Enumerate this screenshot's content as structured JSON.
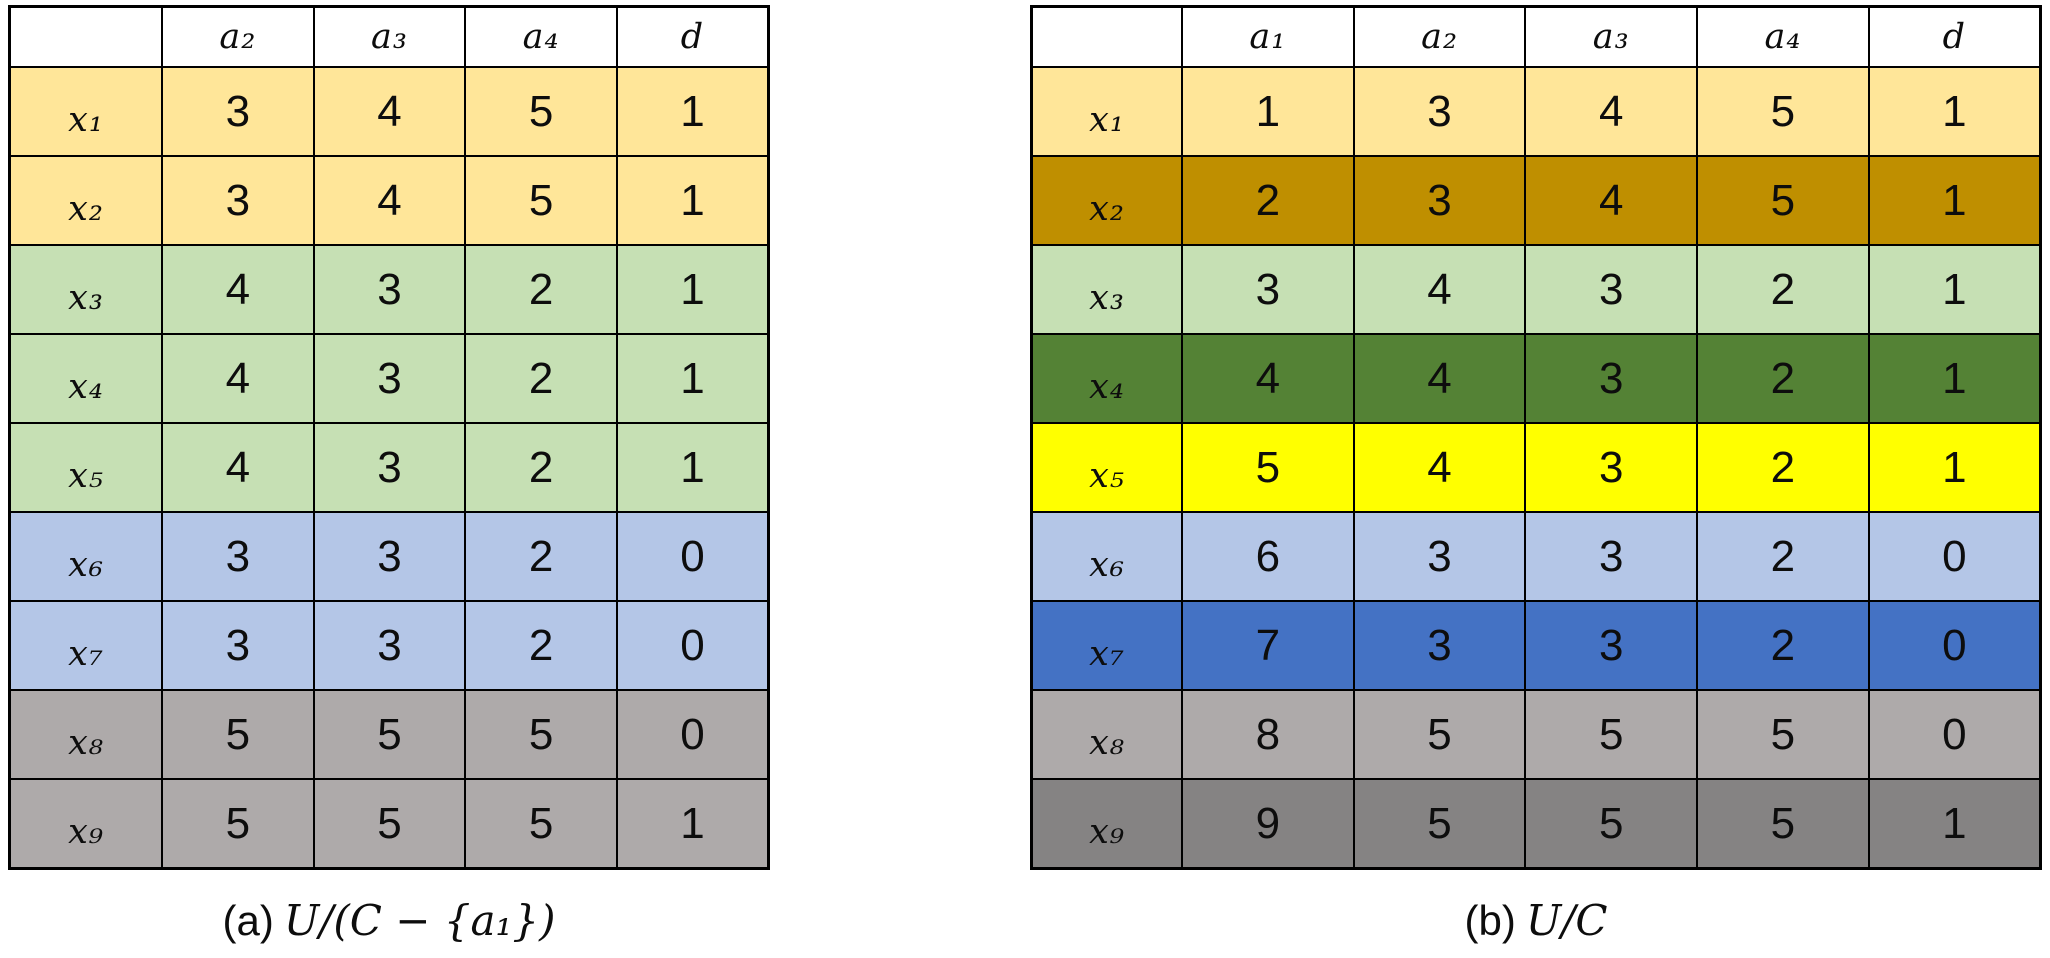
{
  "palette": {
    "light_yellow": "#FFE699",
    "dark_gold": "#BF8F00",
    "light_green": "#C6E0B4",
    "dark_green": "#548235",
    "bright_yellow": "#FFFF00",
    "light_blue": "#B4C6E7",
    "medium_blue": "#4472C4",
    "light_gray": "#AEAAAA",
    "dark_gray": "#858383",
    "border": "#000000",
    "text": "#0d0d0d"
  },
  "tables": [
    {
      "id": "partition-a",
      "caption_prefix": "(a)",
      "caption_math": "U/(C − {a₁})",
      "columns": [
        "a₂",
        "a₃",
        "a₄",
        "d"
      ],
      "rows": [
        {
          "label": "x₁",
          "values": [
            "3",
            "4",
            "5",
            "1"
          ],
          "color": "light_yellow"
        },
        {
          "label": "x₂",
          "values": [
            "3",
            "4",
            "5",
            "1"
          ],
          "color": "light_yellow"
        },
        {
          "label": "x₃",
          "values": [
            "4",
            "3",
            "2",
            "1"
          ],
          "color": "light_green"
        },
        {
          "label": "x₄",
          "values": [
            "4",
            "3",
            "2",
            "1"
          ],
          "color": "light_green"
        },
        {
          "label": "x₅",
          "values": [
            "4",
            "3",
            "2",
            "1"
          ],
          "color": "light_green"
        },
        {
          "label": "x₆",
          "values": [
            "3",
            "3",
            "2",
            "0"
          ],
          "color": "light_blue"
        },
        {
          "label": "x₇",
          "values": [
            "3",
            "3",
            "2",
            "0"
          ],
          "color": "light_blue"
        },
        {
          "label": "x₈",
          "values": [
            "5",
            "5",
            "5",
            "0"
          ],
          "color": "light_gray"
        },
        {
          "label": "x₉",
          "values": [
            "5",
            "5",
            "5",
            "1"
          ],
          "color": "light_gray"
        }
      ]
    },
    {
      "id": "partition-b",
      "caption_prefix": "(b)",
      "caption_math": "U/C",
      "columns": [
        "a₁",
        "a₂",
        "a₃",
        "a₄",
        "d"
      ],
      "rows": [
        {
          "label": "x₁",
          "values": [
            "1",
            "3",
            "4",
            "5",
            "1"
          ],
          "color": "light_yellow"
        },
        {
          "label": "x₂",
          "values": [
            "2",
            "3",
            "4",
            "5",
            "1"
          ],
          "color": "dark_gold"
        },
        {
          "label": "x₃",
          "values": [
            "3",
            "4",
            "3",
            "2",
            "1"
          ],
          "color": "light_green"
        },
        {
          "label": "x₄",
          "values": [
            "4",
            "4",
            "3",
            "2",
            "1"
          ],
          "color": "dark_green"
        },
        {
          "label": "x₅",
          "values": [
            "5",
            "4",
            "3",
            "2",
            "1"
          ],
          "color": "bright_yellow"
        },
        {
          "label": "x₆",
          "values": [
            "6",
            "3",
            "3",
            "2",
            "0"
          ],
          "color": "light_blue"
        },
        {
          "label": "x₇",
          "values": [
            "7",
            "3",
            "3",
            "2",
            "0"
          ],
          "color": "medium_blue"
        },
        {
          "label": "x₈",
          "values": [
            "8",
            "5",
            "5",
            "5",
            "0"
          ],
          "color": "light_gray"
        },
        {
          "label": "x₉",
          "values": [
            "9",
            "5",
            "5",
            "5",
            "1"
          ],
          "color": "dark_gray"
        }
      ]
    }
  ]
}
